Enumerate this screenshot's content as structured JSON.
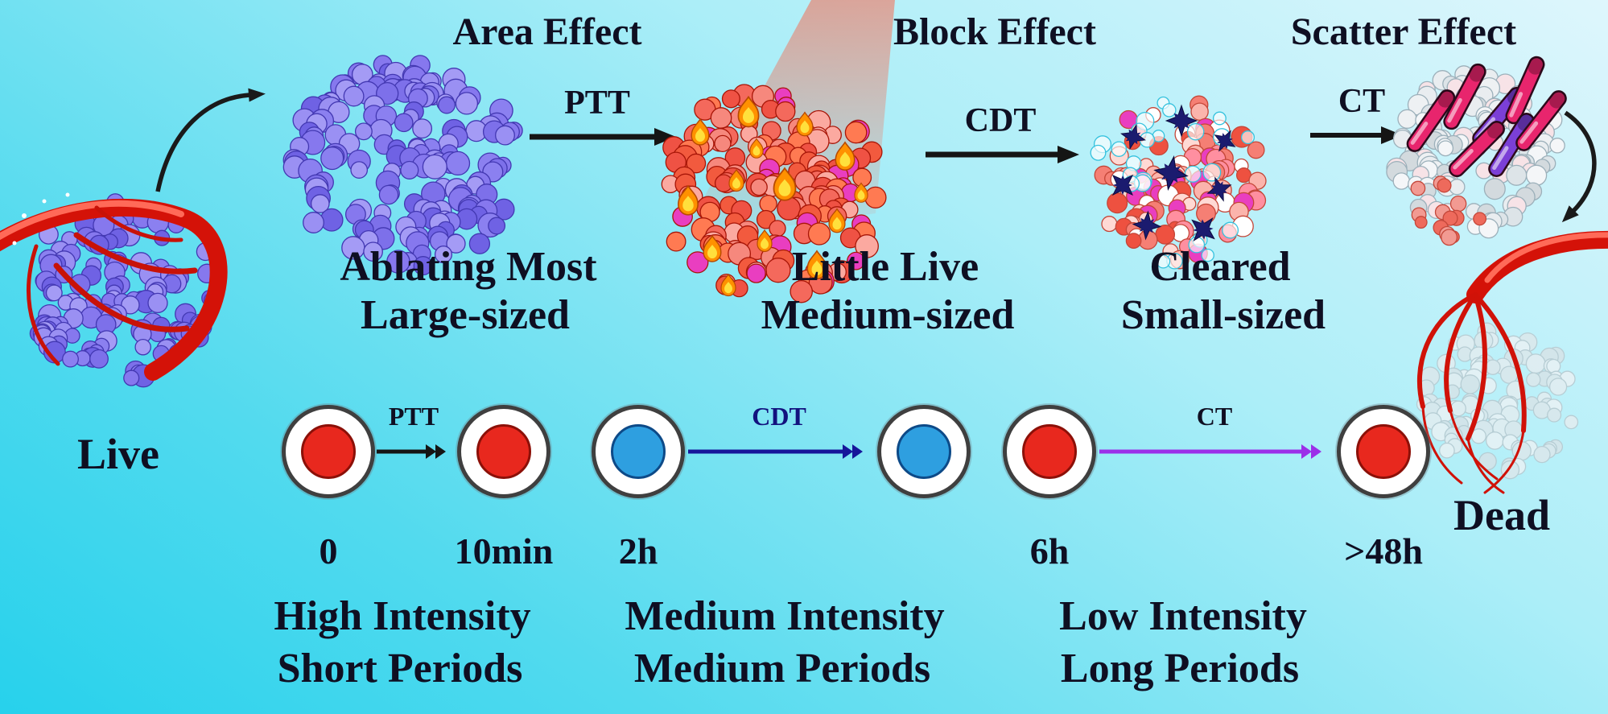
{
  "figure": {
    "start_label": "Live",
    "end_label": "Dead",
    "effect_labels": [
      "Area Effect",
      "Block Effect",
      "Scatter Effect"
    ],
    "therapies": [
      "PTT",
      "CDT",
      "CT"
    ],
    "stage_captions": [
      {
        "line1": "Ablating Most",
        "line2": "Large-sized"
      },
      {
        "line1": "Little Live",
        "line2": "Medium-sized"
      },
      {
        "line1": "Cleared",
        "line2": "Small-sized"
      }
    ]
  },
  "timeline": {
    "stages": [
      {
        "therapy": "PTT",
        "time_start": "0",
        "time_end": "10min",
        "cell_color": "#e8281e",
        "arrow_color": "#151515",
        "intensity": "High Intensity",
        "period": "Short Periods"
      },
      {
        "therapy": "CDT",
        "time_start": "2h",
        "time_end": "",
        "cell_color": "#2e9fe0",
        "arrow_color": "#16169a",
        "intensity": "Medium Intensity",
        "period": "Medium Periods"
      },
      {
        "therapy": "CT",
        "time_start": "6h",
        "time_end": ">48h",
        "cell_color": "#e8281e",
        "arrow_color": "#9b30e8",
        "intensity": "Low Intensity",
        "period": "Long Periods"
      }
    ]
  },
  "colors": {
    "background_light": "#def6fc",
    "background_cyan": "#27d1ec",
    "text": "#0f0f22",
    "vessel_red": "#d41208",
    "tumor_purple": "#8b80f0",
    "heated_red": "#f4695c",
    "flame_orange": "#ff9100",
    "flame_yellow": "#ffe03c",
    "aggregate_navy": "#1b1b6f",
    "drug_rod_pink": "#e8256d",
    "drug_rod_purple": "#7b3fd6",
    "cleared_gray": "#e9edf0",
    "cell_red": "#e8281e",
    "cell_blue": "#2e9fe0"
  },
  "icons": {
    "live-tumor-icon": "purple tumor cluster wrapped by red blood vessel",
    "dead-tumor-icon": "red vessel tree over faded cleared tumor",
    "large-tumor-icon": "large purple nanoparticle tumor cluster",
    "heated-tumor-icon": "red hot cluster with flames under light beam",
    "blocked-tumor-icon": "medium cluster with dark navy aggregates",
    "scattered-tumor-icon": "small pale cluster releasing drug rods",
    "cell-icon": "white ring cell with colored nucleus",
    "flame-icon": "orange flame",
    "star-aggregate-icon": "navy star aggregate",
    "drug-rod-icon": "pink capsule rod"
  }
}
